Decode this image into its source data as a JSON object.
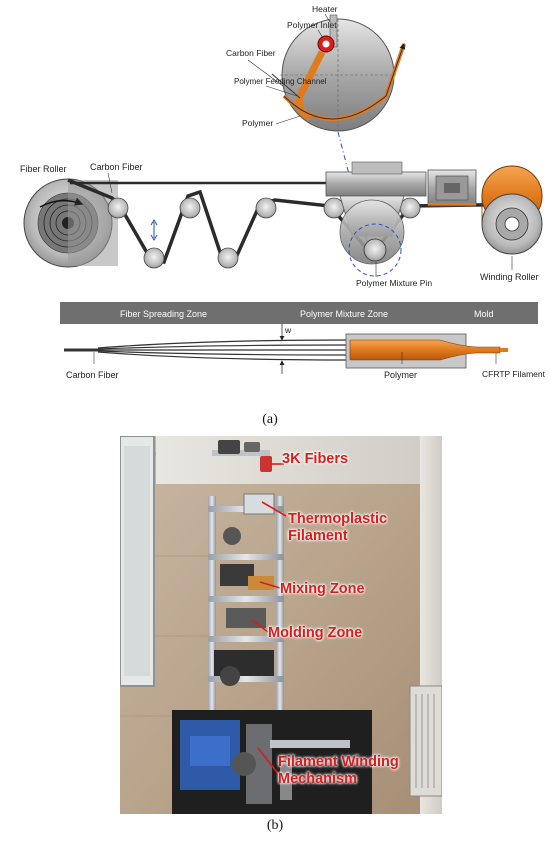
{
  "panel_a": {
    "labels": {
      "heater": "Heater",
      "polymer_inlet": "Polymer Inlet",
      "carbon_fiber_top": "Carbon Fiber",
      "polymer_feeding_channel": "Polymer Feeding Channel",
      "polymer_top": "Polymer",
      "fiber_roller": "Fiber Roller",
      "carbon_fiber_main": "Carbon Fiber",
      "polymer_mixture_pin": "Polymer Mixture Pin",
      "winding_roller": "Winding Roller",
      "width_symbol": "w",
      "carbon_fiber_bottom": "Carbon Fiber",
      "polymer_bottom": "Polymer",
      "cfrtp_filament": "CFRTP Filament"
    },
    "zones": [
      "Fiber Spreading Zone",
      "Polymer Mixture Zone",
      "Mold"
    ],
    "caption": "(a)"
  },
  "panel_b": {
    "labels": [
      "3K Fibers",
      "Thermoplastic Filament",
      "Mixing Zone",
      "Molding Zone",
      "Filament Winding Mechanism"
    ],
    "caption": "(b)"
  },
  "colors": {
    "zone_bar": "#6f6f6f",
    "polymer_orange": "#e07a1e",
    "label_red": "#d91c1c",
    "fiber_dark": "#2b2b2b"
  }
}
